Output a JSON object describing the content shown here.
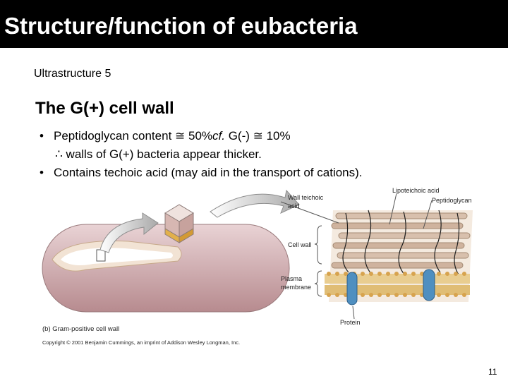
{
  "header": {
    "title": "Structure/function of eubacteria"
  },
  "subtitle": "Ultrastructure 5",
  "heading": "The G(+) cell wall",
  "bullets": {
    "b1_bullet": "•",
    "b1_pre": "Peptidoglycan content ",
    "b1_sym1": "≅",
    "b1_mid": " 50%",
    "b1_cf": "cf.",
    "b1_post": " G(-) ",
    "b1_sym2": "≅",
    "b1_end": " 10%",
    "b1_therefore": "∴",
    "b1_line2": " walls of G(+) bacteria appear thicker.",
    "b2_bullet": "•",
    "b2_text": "Contains techoic acid (may aid in the transport of cations)."
  },
  "figure": {
    "label_wall_teichoic": [
      "Wall teichoic",
      "acid"
    ],
    "label_lipoteichoic": "Lipoteichoic acid",
    "label_peptidoglycan": "Peptidoglycan",
    "label_cell_wall": "Cell wall",
    "label_plasma": [
      "Plasma",
      "membrane"
    ],
    "label_protein": "Protein",
    "caption": "(b) Gram-positive cell wall",
    "copyright": "Copyright © 2001 Benjamin Cummings, an imprint of Addison Wesley Longman, Inc."
  },
  "page_number": "11",
  "colors": {
    "title_bg": "#000000",
    "title_text": "#ffffff",
    "cell": "#c9a3a6",
    "wall": "#e3c48a",
    "rod": "#d8c0ad",
    "protein": "#4f8fc0"
  }
}
